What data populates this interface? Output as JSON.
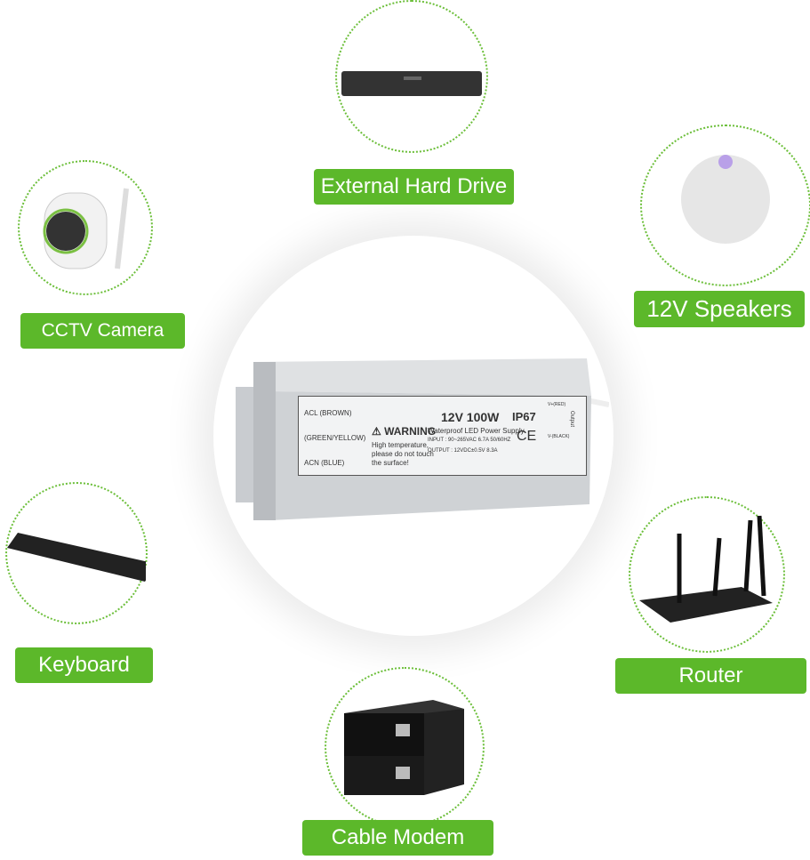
{
  "accent_color": "#5cb82a",
  "devices": [
    {
      "label": "External Hard Drive",
      "icon": "hard-drive-recorder"
    },
    {
      "label": "12V Speakers",
      "icon": "smart-speaker"
    },
    {
      "label": "CCTV Camera",
      "icon": "security-camera"
    },
    {
      "label": "Keyboard",
      "icon": "keyboard"
    },
    {
      "label": "Router",
      "icon": "wifi-router"
    },
    {
      "label": "Cable Modem",
      "icon": "media-converter"
    }
  ],
  "product": {
    "title": "12V  100W",
    "rating": "IP67",
    "subtitle": "Waterproof  LED Power Supply",
    "input": "INPUT : 90~265VAC 6.7A  50/60HZ",
    "output": "OUTPUT : 12VDC±0.5V  8.3A",
    "warning": "WARNING",
    "warning_text": "High temperature, please do not touch the surface!",
    "wire_l": "ACL (BROWN)",
    "wire_g": "(GREEN/YELLOW)",
    "wire_n": "ACN (BLUE)",
    "ce": "CE",
    "out_pos": "V+(RED)",
    "out_neg": "V-(BLACK)",
    "output_tag": "Output"
  }
}
